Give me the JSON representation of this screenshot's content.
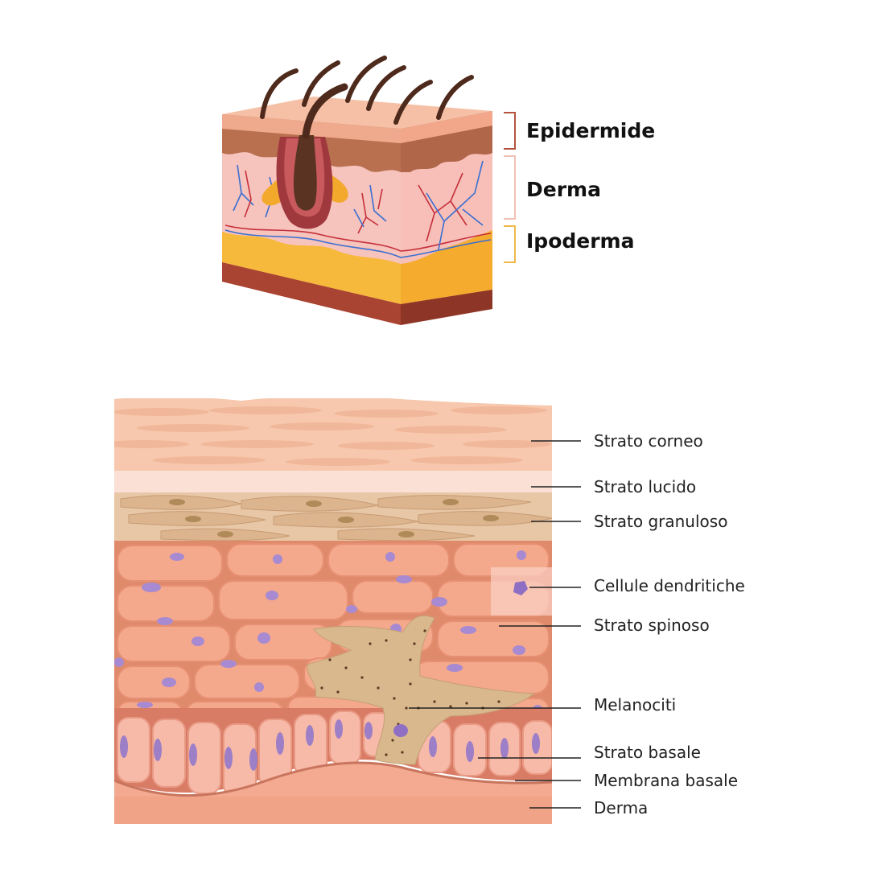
{
  "top_diagram": {
    "labels": [
      {
        "id": "epidermide",
        "text": "Epidermide",
        "color": "#b5533f"
      },
      {
        "id": "derma",
        "text": "Derma",
        "color": "#f2c1b4"
      },
      {
        "id": "ipoderma",
        "text": "Ipoderma",
        "color": "#f0b84a"
      }
    ]
  },
  "bottom_diagram": {
    "labels": [
      {
        "id": "strato-corneo",
        "text": "Strato corneo"
      },
      {
        "id": "strato-lucido",
        "text": "Strato  lucido"
      },
      {
        "id": "strato-granuloso",
        "text": "Strato  granuloso"
      },
      {
        "id": "cellule-dendritiche",
        "text": "Cellule dendritiche"
      },
      {
        "id": "strato-spinoso",
        "text": "Strato spinoso"
      },
      {
        "id": "melanociti",
        "text": "Melanociti"
      },
      {
        "id": "strato-basale",
        "text": "Strato  basale"
      },
      {
        "id": "membrana-basale",
        "text": "Membrana basale"
      },
      {
        "id": "derma",
        "text": "Derma"
      }
    ]
  },
  "colors": {
    "epidermis_top": "#f3b79f",
    "epidermis_brown": "#b86a4e",
    "dermis": "#f6c3bd",
    "hypodermis": "#f6b93b",
    "base": "#a94332",
    "hair": "#5a3322",
    "nucleus": "#9d7fc7"
  }
}
